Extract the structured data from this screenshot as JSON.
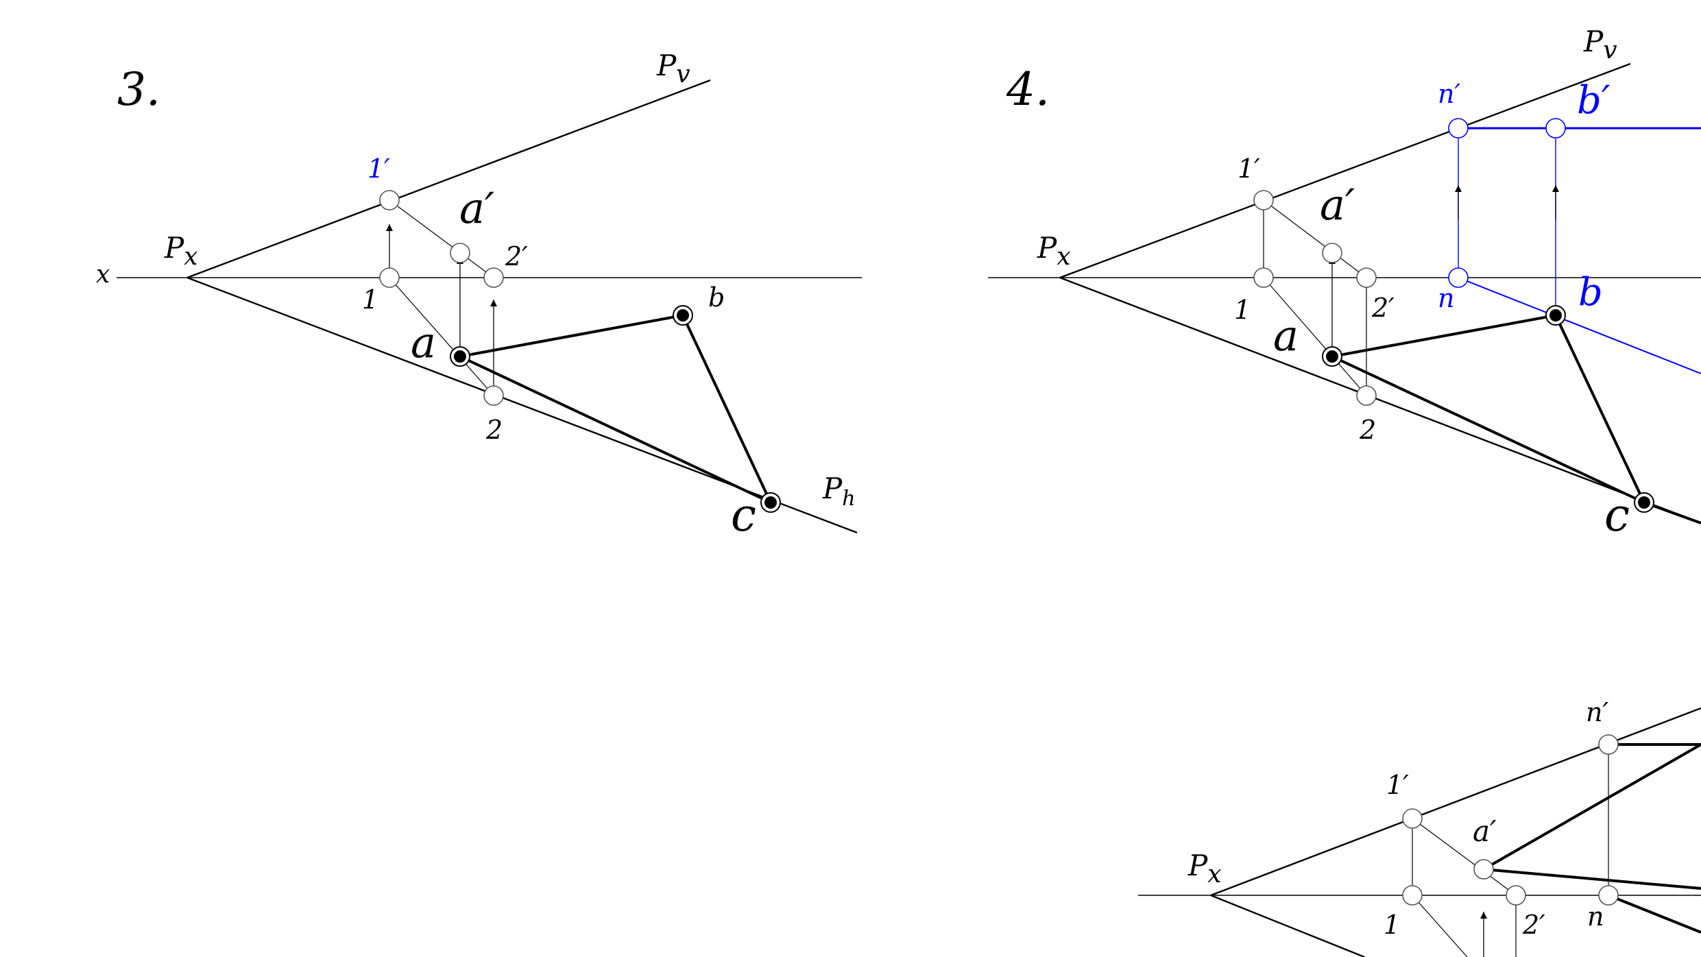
{
  "colors": {
    "ink": "#000000",
    "accent": "#0000ff",
    "background": "#ffffff"
  },
  "panel3": {
    "number": "3.",
    "x_axis": "x",
    "px": "P",
    "px_sub": "x",
    "pv": "P",
    "pv_sub": "v",
    "ph": "P",
    "ph_sub": "h",
    "p1p": "1′",
    "p1": "1",
    "ap": "a′",
    "p2p": "2′",
    "a": "a",
    "b": "b",
    "p2": "2",
    "c": "c"
  },
  "panel4": {
    "number": "4.",
    "px": "P",
    "px_sub": "x",
    "pv": "P",
    "pv_sub": "v",
    "np": "n′",
    "bp": "b′",
    "p1p": "1′",
    "ap": "a′",
    "p1": "1",
    "p2p": "2′",
    "n": "n",
    "b": "b",
    "a": "a",
    "p2": "2",
    "c": "c"
  },
  "panel5": {
    "np": "n′",
    "p1p": "1′",
    "ap": "a′",
    "px": "P",
    "px_sub": "x",
    "p1": "1",
    "p2p": "2′",
    "n": "n"
  }
}
